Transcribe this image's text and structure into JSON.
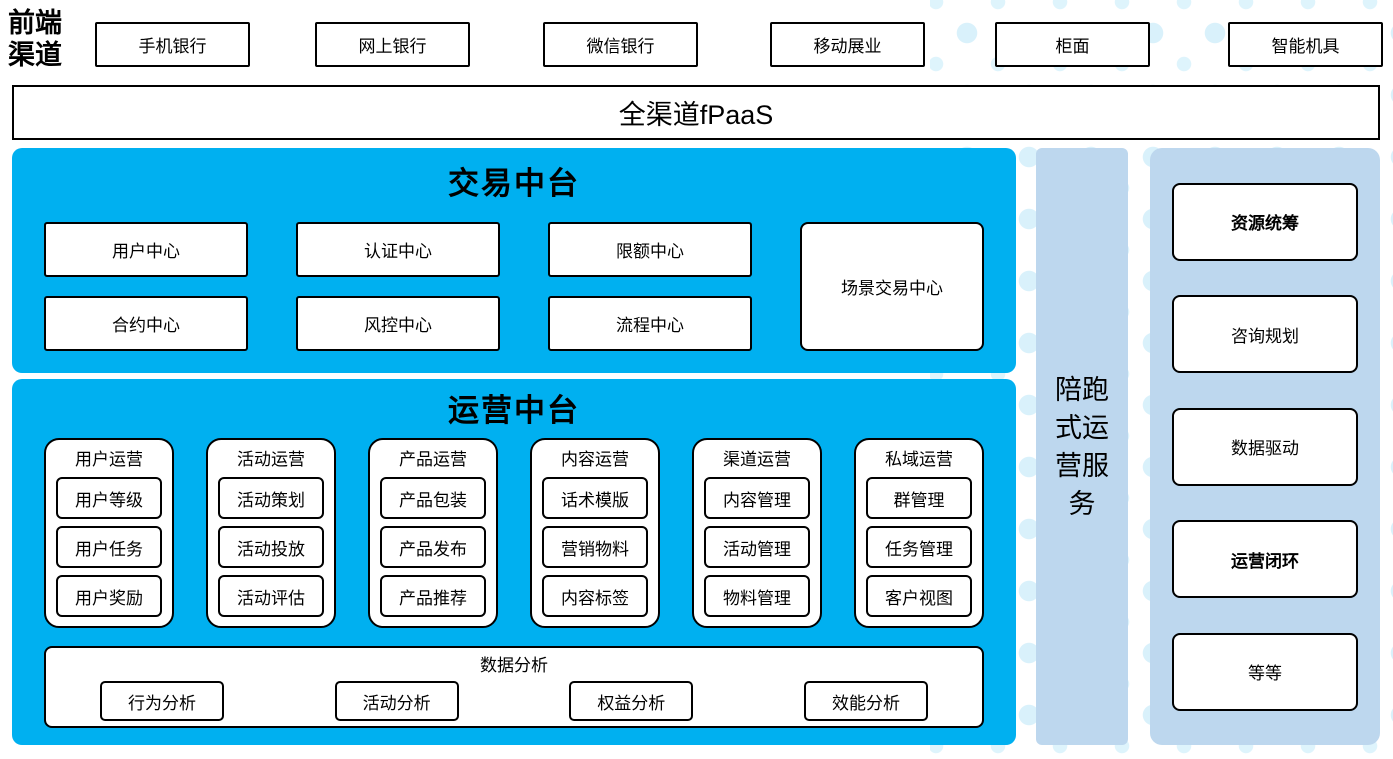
{
  "front_channels": {
    "label": "前端渠道",
    "items": [
      "手机银行",
      "网上银行",
      "微信银行",
      "移动展业",
      "柜面",
      "智能机具"
    ]
  },
  "fpaas": {
    "label": "全渠道fPaaS"
  },
  "trade_platform": {
    "title": "交易中台",
    "centers": [
      "用户中心",
      "认证中心",
      "限额中心",
      "合约中心",
      "风控中心",
      "流程中心"
    ],
    "scene_center": "场景交易中心"
  },
  "ops_platform": {
    "title": "运营中台",
    "columns": [
      {
        "title": "用户运营",
        "items": [
          "用户等级",
          "用户任务",
          "用户奖励"
        ]
      },
      {
        "title": "活动运营",
        "items": [
          "活动策划",
          "活动投放",
          "活动评估"
        ]
      },
      {
        "title": "产品运营",
        "items": [
          "产品包装",
          "产品发布",
          "产品推荐"
        ]
      },
      {
        "title": "内容运营",
        "items": [
          "话术模版",
          "营销物料",
          "内容标签"
        ]
      },
      {
        "title": "渠道运营",
        "items": [
          "内容管理",
          "活动管理",
          "物料管理"
        ]
      },
      {
        "title": "私域运营",
        "items": [
          "群管理",
          "任务管理",
          "客户视图"
        ]
      }
    ],
    "analysis": {
      "title": "数据分析",
      "items": [
        "行为分析",
        "活动分析",
        "权益分析",
        "效能分析"
      ]
    }
  },
  "accompany_service": {
    "label": "陪跑式运营服务"
  },
  "service_panel": {
    "items": [
      "资源统筹",
      "咨询规划",
      "数据驱动",
      "运营闭环",
      "等等"
    ]
  },
  "colors": {
    "platform_blue": "#00b0f0",
    "side_light_blue": "#bdd7ee",
    "dot_pattern": "#d9f1fb",
    "box_border": "#000000"
  }
}
